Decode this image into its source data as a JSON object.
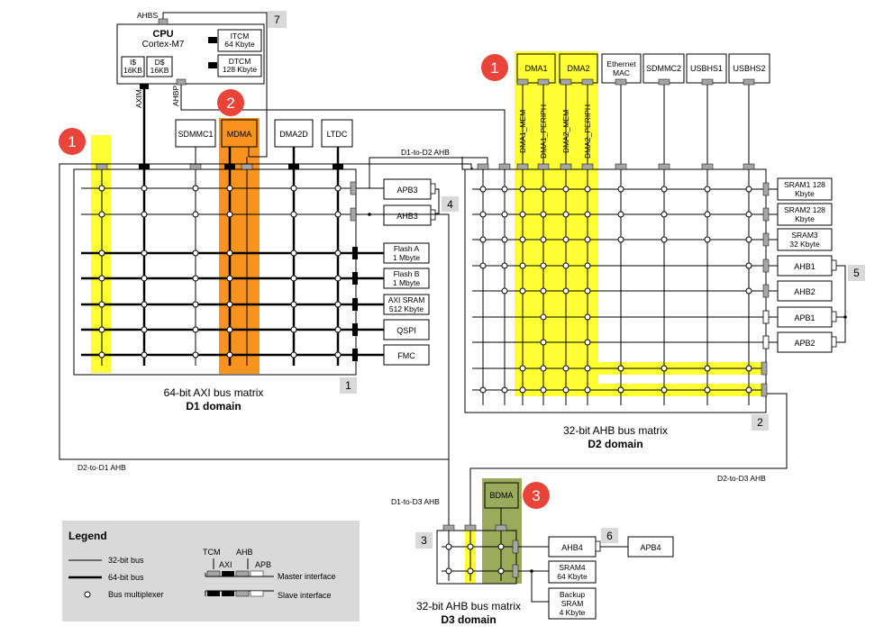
{
  "cpu": {
    "title": "CPU",
    "subtitle": "Cortex-M7",
    "icache": [
      "I$",
      "16KB"
    ],
    "dcache": [
      "D$",
      "16KB"
    ],
    "itcm": [
      "ITCM",
      "64 Kbyte"
    ],
    "dtcm": [
      "DTCM",
      "128 Kbyte"
    ],
    "ahbs": "AHBS",
    "axim": "AXIM",
    "ahbp": "AHBP"
  },
  "badges": {
    "b7": "7",
    "b1": "1",
    "b2": "2",
    "b3": "3",
    "b4": "4",
    "b5": "5",
    "b6": "6"
  },
  "markers": {
    "m1_left": "1",
    "m1_right": "1",
    "m2": "2",
    "m3": "3"
  },
  "d1": {
    "masters": [
      "SDMMC1",
      "MDMA",
      "DMA2D",
      "LTDC"
    ],
    "slaves_top": [
      "APB3",
      "AHB3"
    ],
    "slaves": [
      [
        "Flash A",
        "1 Mbyte"
      ],
      [
        "Flash B",
        "1 Mbyte"
      ],
      [
        "AXI SRAM",
        "512 Kbyte"
      ],
      [
        "QSPI"
      ],
      [
        "FMC"
      ]
    ],
    "matrix_label": "64-bit AXI bus matrix",
    "domain_label": "D1 domain"
  },
  "d2": {
    "masters": [
      "DMA1",
      "DMA2",
      [
        "Ethernet",
        "MAC"
      ],
      "SDMMC2",
      "USBHS1",
      "USBHS2"
    ],
    "dma_ports": [
      "DMA1_MEM",
      "DMA1_PERIPH",
      "DMA2_MEM",
      "DMA2_PERIPH"
    ],
    "slaves": [
      [
        "SRAM1 128",
        "Kbyte"
      ],
      [
        "SRAM2 128",
        "Kbyte"
      ],
      [
        "SRAM3",
        "32 Kbyte"
      ],
      [
        "AHB1"
      ],
      [
        "AHB2"
      ],
      [
        "APB1"
      ],
      [
        "APB2"
      ]
    ],
    "matrix_label": "32-bit AHB bus matrix",
    "domain_label": "D2 domain"
  },
  "d3": {
    "master": "BDMA",
    "slaves": [
      [
        "AHB4"
      ],
      [
        "SRAM4",
        "64 Kbyte"
      ],
      [
        "Backup",
        "SRAM",
        "4 Kbyte"
      ]
    ],
    "apb4": "APB4",
    "matrix_label": "32-bit AHB bus matrix",
    "domain_label": "D3 domain"
  },
  "links": {
    "d1_to_d2": "D1-to-D2 AHB",
    "d2_to_d1": "D2-to-D1 AHB",
    "d2_to_d3": "D2-to-D3 AHB",
    "d1_to_d3": "D1-to-D3 AHB"
  },
  "legend": {
    "title": "Legend",
    "bus32": "32-bit bus",
    "bus64": "64-bit bus",
    "mux": "Bus multiplexer",
    "tcm": "TCM",
    "axi": "AXI",
    "ahb": "AHB",
    "apb": "APB",
    "master_if": "Master interface",
    "slave_if": "Slave interface"
  },
  "colors": {
    "yellow": "#ffff33",
    "orange": "#f7931e",
    "olive": "#9aab5b",
    "badge": "#d9d9d9",
    "marker": "#e8443a",
    "port_gray": "#a6a6a6"
  }
}
